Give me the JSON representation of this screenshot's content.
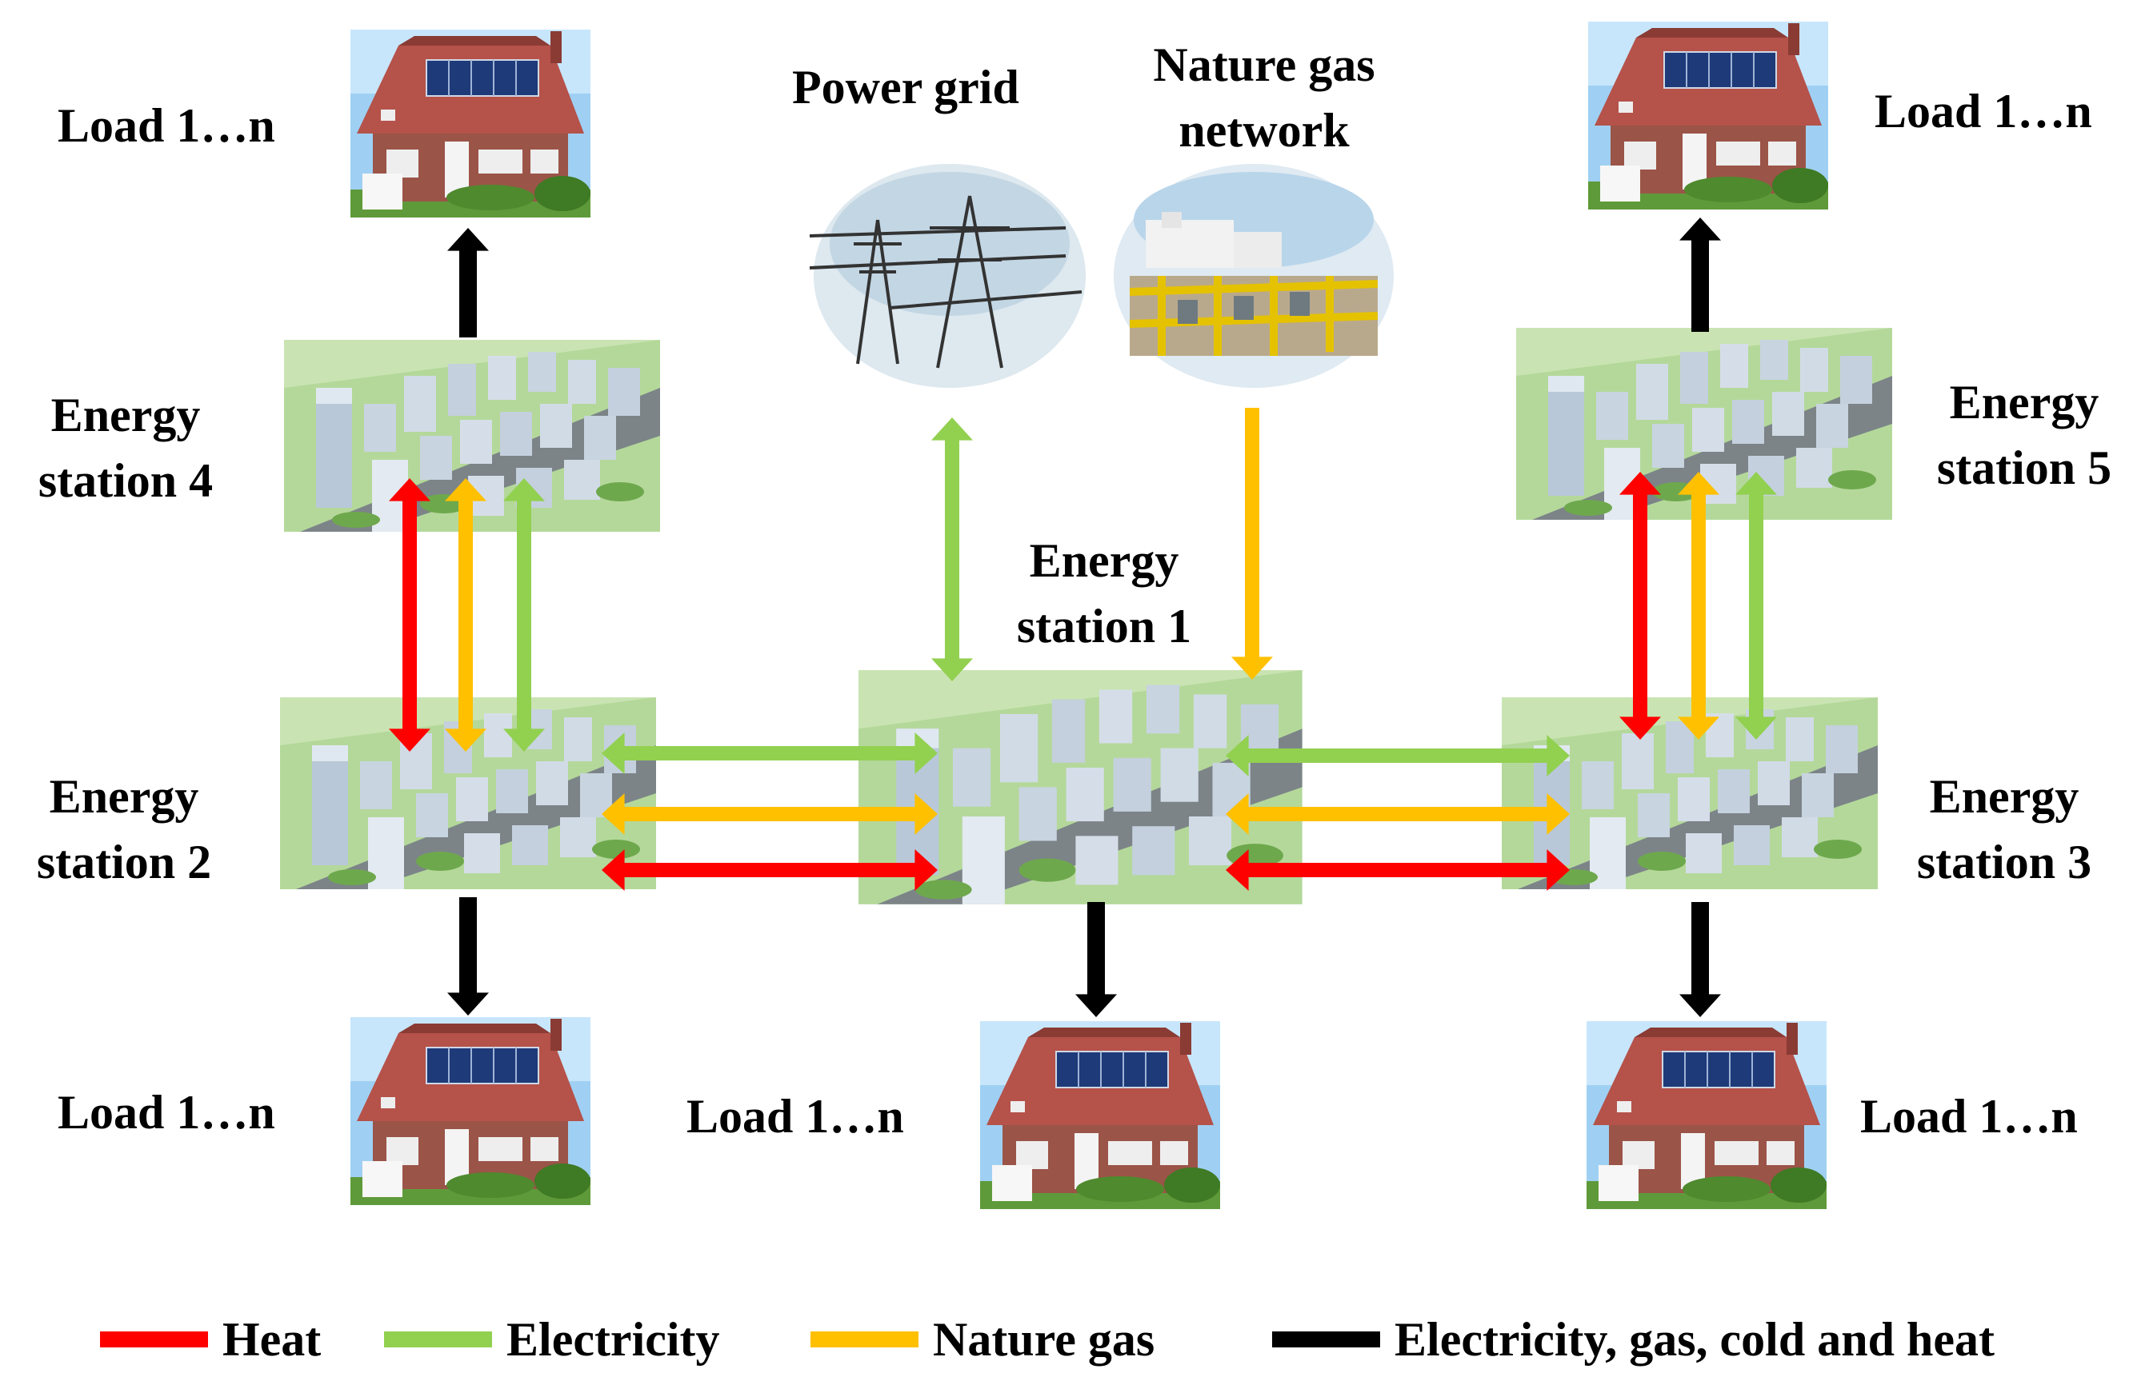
{
  "labels": {
    "power_grid": "Power grid",
    "gas_network_line1": "Nature gas",
    "gas_network_line2": "network",
    "station1_line1": "Energy",
    "station1_line2": "station 1",
    "station2_line1": "Energy",
    "station2_line2": "station 2",
    "station3_line1": "Energy",
    "station3_line2": "station 3",
    "station4_line1": "Energy",
    "station4_line2": "station 4",
    "station5_line1": "Energy",
    "station5_line2": "station 5",
    "load_top_left": "Load 1…n",
    "load_top_right": "Load 1…n",
    "load_bottom_left": "Load 1…n",
    "load_bottom_center": "Load 1…n",
    "load_bottom_right": "Load 1…n"
  },
  "legend": [
    {
      "label": "Heat",
      "color": "#ff0000"
    },
    {
      "label": "Electricity",
      "color": "#92d050"
    },
    {
      "label": "Nature gas",
      "color": "#ffc000"
    },
    {
      "label": "Electricity, gas, cold and heat",
      "color": "#000000"
    }
  ],
  "colors": {
    "heat": "#ff0000",
    "electricity": "#92d050",
    "gas": "#ffc000",
    "combined": "#000000"
  },
  "icons": {
    "house": "house-with-solar-panels",
    "station": "city-district-aerial",
    "grid": "power-transmission-tower",
    "gas": "gas-pipeline-station"
  }
}
